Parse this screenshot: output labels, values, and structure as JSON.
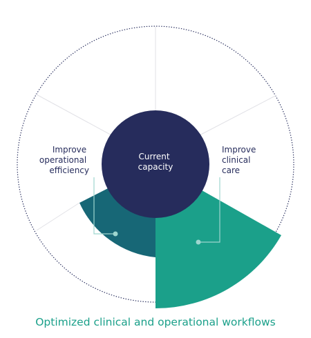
{
  "center_label": {
    "line1": "Current",
    "line2": "capacity"
  },
  "left_label": {
    "line1": "Improve",
    "line2": "operational",
    "line3": "efficiency"
  },
  "right_label": {
    "line1": "Improve",
    "line2": "clinical",
    "line3": "care"
  },
  "caption": "Optimized clinical and operational workflows",
  "colors": {
    "center_navy": "#262c5c",
    "teal_light": "#1ba08a",
    "teal_dark": "#176776",
    "label_text": "#262c5c",
    "caption_text": "#1ba08a",
    "divider": "#e1e1e6",
    "outer_dotted": "#262c5c"
  }
}
